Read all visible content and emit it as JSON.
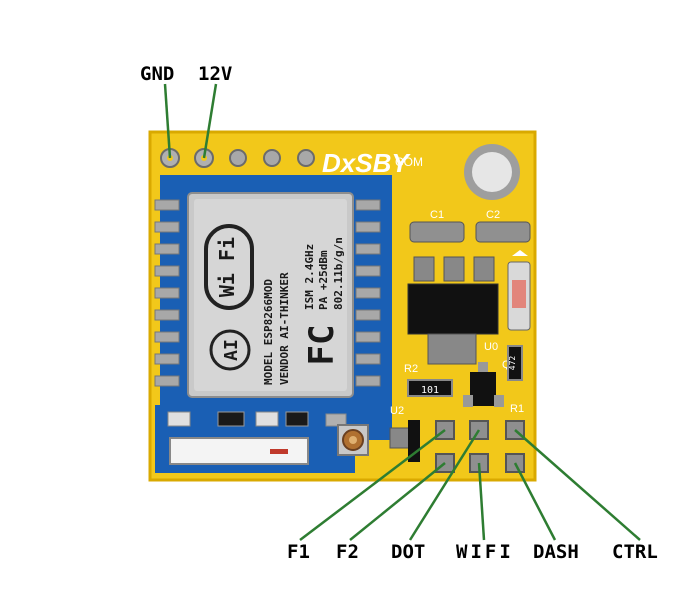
{
  "top_labels": {
    "gnd": "GND",
    "v12": "12V"
  },
  "bottom_labels": [
    "F1",
    "F2",
    "DOT",
    "WIFI",
    "DASH",
    "CTRL"
  ],
  "board": {
    "brand": "DxSBY",
    "brand_suffix": "COM",
    "refs": {
      "c1": "C1",
      "c2": "C2",
      "u0": "U0",
      "q1": "Q1",
      "r2": "R2",
      "r1": "R1",
      "u2": "U2"
    },
    "resistor_r2_value": "101",
    "resistor_r1_value": "472"
  },
  "module": {
    "model_line": "MODEL ESP8266MOD",
    "vendor_line": "VENDOR AI-THINKER",
    "ism_line": "ISM 2.4GHz",
    "pa_line": "PA +25dBm",
    "proto_line": "802.11b/g/n",
    "wifi_logo": "Wi Fi",
    "ai_logo": "AI",
    "fc_logo": "FC"
  },
  "colors": {
    "pcb": "#f2c81a",
    "pcb_edge": "#d9a900",
    "mask": "#1a5fb4",
    "shield": "#c9c9c9",
    "solder": "#a8a8a8",
    "black": "#101010"
  }
}
